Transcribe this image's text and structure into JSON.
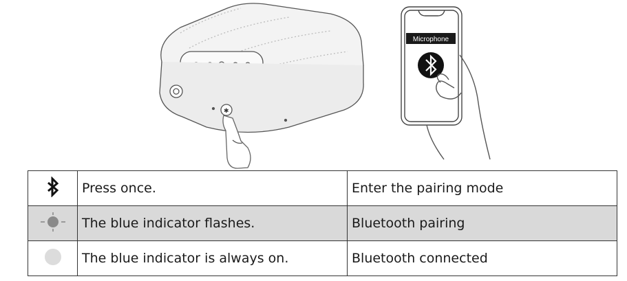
{
  "illustration": {
    "phone_label": "Microphone"
  },
  "table": {
    "rows": [
      {
        "icon": "bluetooth-icon",
        "action": "Press once.",
        "result": "Enter the pairing mode"
      },
      {
        "icon": "flashing-indicator-icon",
        "action": "The blue indicator flashes.",
        "result": "Bluetooth pairing"
      },
      {
        "icon": "steady-indicator-icon",
        "action": "The blue indicator is always on.",
        "result": "Bluetooth connected"
      }
    ]
  },
  "colors": {
    "shaded_row": "#d9d9d9",
    "border": "#333333"
  }
}
